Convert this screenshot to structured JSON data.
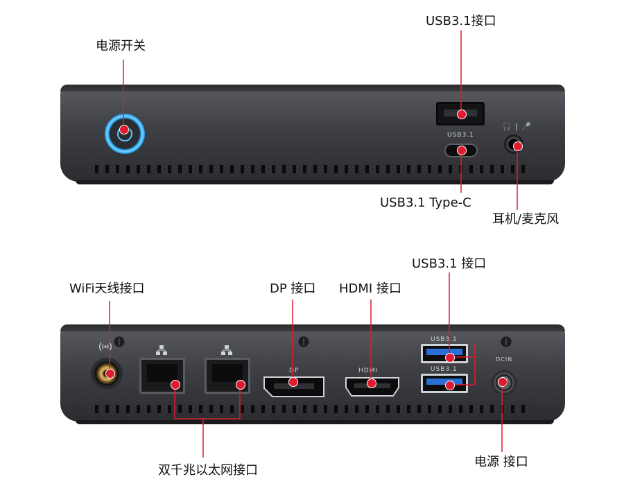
{
  "top_view": {
    "labels": {
      "power_switch": "电源开关",
      "usb_a_port": "USB3.1接口",
      "usb_c_port": "USB3.1 Type-C",
      "audio_jack": "耳机/麦克风"
    },
    "engravings": {
      "usb_c": "USB3.1",
      "audio": "🎧 | 🎤"
    }
  },
  "rear_view": {
    "labels": {
      "wifi_antenna": "WiFi天线接口",
      "dp_port": "DP 接口",
      "hdmi_port": "HDMI 接口",
      "usb_ports": "USB3.1 接口",
      "ethernet_ports": "双千兆以太网接口",
      "power_port": "电源 接口"
    },
    "engravings": {
      "dp": "DP",
      "hdmi": "HDMI",
      "usb_top": "USB3.1",
      "usb_bottom": "USB3.1",
      "dcin": "DCIN"
    }
  },
  "colors": {
    "callout_line": "#e01b2f",
    "power_ring": "#1e9be8",
    "usb_blue": "#2a6fd6",
    "chassis": "#3e4045"
  },
  "icons": [
    "power-icon",
    "wifi-icon",
    "lan-icon",
    "headphone-icon",
    "mic-icon",
    "ground-screw-icon"
  ]
}
